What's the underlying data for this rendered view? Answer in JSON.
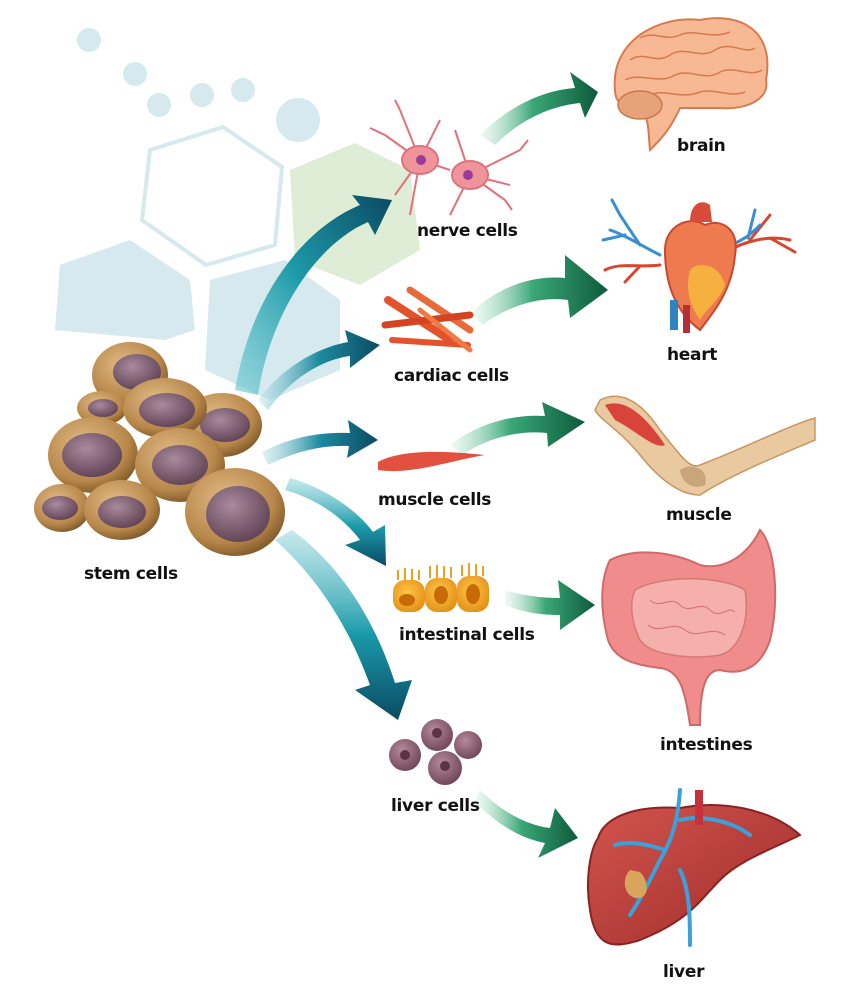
{
  "diagram": {
    "source": {
      "label": "stem cells"
    },
    "branches": [
      {
        "cell_label": "nerve cells",
        "organ_label": "brain"
      },
      {
        "cell_label": "cardiac cells",
        "organ_label": "heart"
      },
      {
        "cell_label": "muscle cells",
        "organ_label": "muscle"
      },
      {
        "cell_label": "intestinal cells",
        "organ_label": "intestines"
      },
      {
        "cell_label": "liver cells",
        "organ_label": "liver"
      }
    ]
  },
  "colors": {
    "bg_hex": "#d6e9ef",
    "bg_green_hex": "#dfecd6",
    "stem_arrow_dark": "#0b4a63",
    "stem_arrow_light": "#3fb7c2",
    "organ_arrow_dark": "#0d5a3c",
    "organ_arrow_light": "#8fd8b4",
    "cell_tan": "#b8874a",
    "cell_nucleus": "#7d5a6e"
  }
}
